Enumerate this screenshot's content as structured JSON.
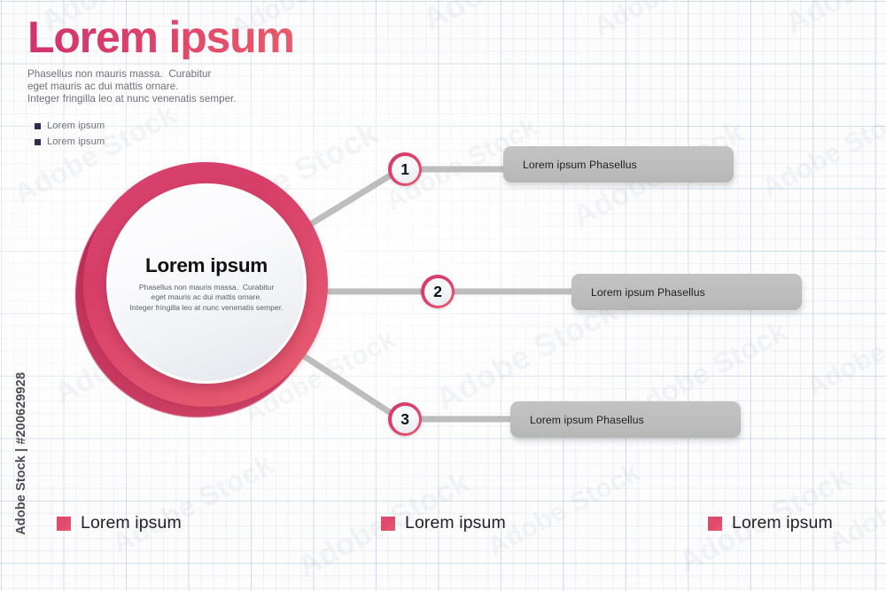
{
  "meta": {
    "credit": "Adobe Stock | #200629928"
  },
  "header": {
    "title": "Lorem ipsum",
    "subtitle_lines": [
      "Phasellus non mauris massa.  Curabitur",
      "eget mauris ac dui mattis ornare.",
      "Integer fringilla leo at nunc venenatis semper."
    ],
    "bullets": [
      {
        "label": "Lorem ipsum"
      },
      {
        "label": "Lorem ipsum"
      }
    ]
  },
  "hub": {
    "title": "Lorem ipsum",
    "body_lines": [
      "Phasellus non mauris massa.  Curabitur",
      "eget mauris ac dui mattis ornare.",
      "Integer fringilla leo at nunc venenatis semper."
    ]
  },
  "steps": [
    {
      "number": "1",
      "label": "Lorem ipsum Phasellus"
    },
    {
      "number": "2",
      "label": "Lorem ipsum Phasellus"
    },
    {
      "number": "3",
      "label": "Lorem ipsum Phasellus"
    }
  ],
  "legend": [
    {
      "label": "Lorem ipsum"
    },
    {
      "label": "Lorem ipsum"
    },
    {
      "label": "Lorem ipsum"
    }
  ],
  "watermarks": [
    "Adobe Stock",
    "Adobe Stock",
    "Adobe Stock",
    "Adobe Stock",
    "Adobe Stock",
    "Adobe Stock",
    "Adobe Stock",
    "Adobe Stock",
    "Adobe Stock",
    "Adobe Stock",
    "Adobe Stock",
    "Adobe Stock"
  ],
  "colors": {
    "accent_pink_dark": "#d0336d",
    "accent_pink_light": "#e95b6b",
    "ring_shadow": "#b01f4a",
    "label_box_gray": "#bdbdbd",
    "bullet_navy": "#2e2b4f",
    "grid_blue": "#96afcd",
    "connector_gray": "#bdbdbd"
  }
}
